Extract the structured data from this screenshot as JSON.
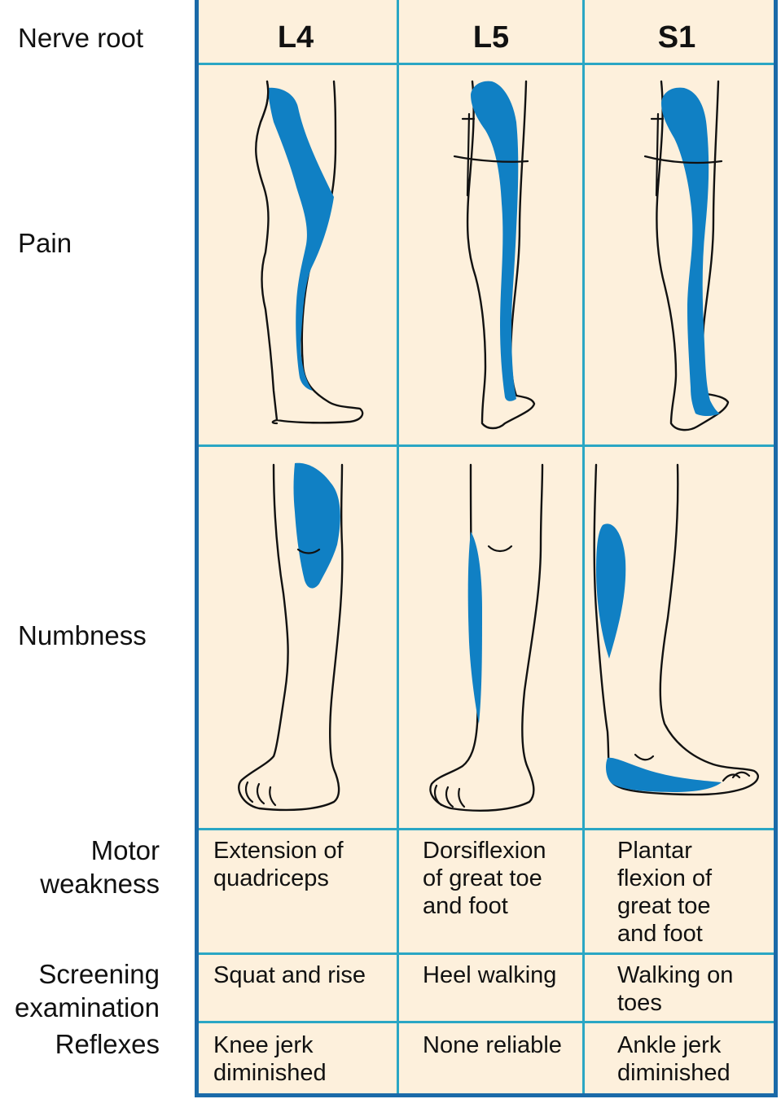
{
  "rows": {
    "nerve_root": "Nerve root",
    "pain": "Pain",
    "numbness": "Numbness",
    "motor_weakness": "Motor\nweakness",
    "screening": "Screening\nexamination",
    "reflexes": "Reflexes"
  },
  "columns": [
    {
      "root": "L4",
      "motor": "Extension of\nquadriceps",
      "screening": "Squat and rise",
      "reflex": "Knee jerk\ndiminished"
    },
    {
      "root": "L5",
      "motor": "Dorsiflexion\nof great toe\nand foot",
      "screening": "Heel walking",
      "reflex": "None reliable"
    },
    {
      "root": "S1",
      "motor": "Plantar\nflexion of\ngreat toe\nand foot",
      "screening": "Walking on\ntoes",
      "reflex": "Ankle jerk\ndiminished"
    }
  ],
  "colors": {
    "frame": "#1a6aa8",
    "grid": "#2aa6c4",
    "cell_bg": "#fdf0dc",
    "shading": "#1080c4"
  },
  "figures": {
    "pain_row": [
      "L4-pain-leg-figure",
      "L5-pain-leg-figure",
      "S1-pain-leg-figure"
    ],
    "numbness_row": [
      "L4-numbness-leg-figure",
      "L5-numbness-leg-figure",
      "S1-numbness-leg-figure"
    ]
  }
}
